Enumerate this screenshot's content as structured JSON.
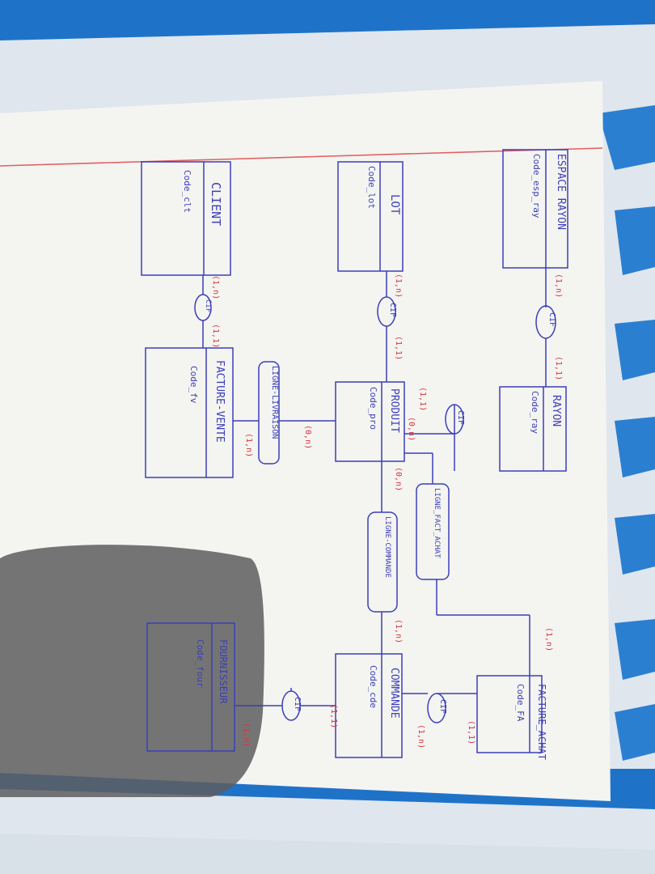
{
  "entities": {
    "espace_rayon": {
      "name": "ESPACE RAYON",
      "attr": "Code_esp_ray"
    },
    "lot": {
      "name": "LOT",
      "attr": "Code_lot"
    },
    "client": {
      "name": "CLIENT",
      "attr": "Code_clt"
    },
    "rayon": {
      "name": "RAYON",
      "attr": "Code_ray"
    },
    "produit": {
      "name": "PRODUIT",
      "attr": "Code_pro"
    },
    "facture_vente": {
      "name": "FACTURE-VENTE",
      "attr": "Code_fv"
    },
    "commande": {
      "name": "COMMANDE",
      "attr": "Code_cde"
    },
    "facture_achat": {
      "name": "FACTURE_ACHAT",
      "attr": "Code_FA"
    },
    "fournisseur": {
      "name": "FOURNISSEUR",
      "attr": "Code_four"
    }
  },
  "associations": {
    "ligne_livraison": "LIGNE-LIVRAISON",
    "ligne_fact_achat": "LIGNE_FACT_ACHAT",
    "ligne_commande": "LIGNE-COMMANDE"
  },
  "cif": "CIF",
  "cardinalities": {
    "esp_ray": "(1,n)",
    "rayon_esp": "(1,1)",
    "lot_prod": "(1,n)",
    "prod_lot": "(1,1)",
    "prod_rayon": "(1,1)",
    "prod_rayon2": "(0,n)",
    "client_fv": "(1,n)",
    "fv_client": "(1,1)",
    "fv_liv": "(1,n)",
    "prod_liv": "(0,n)",
    "prod_cmd": "(0,n)",
    "cmd_lc": "(1,n)",
    "fa_lfa": "(1,n)",
    "fa_four": "(1,1)",
    "cmd_four": "(1,1)",
    "cmd_four2": "(1,n)",
    "four": "(1,n)"
  },
  "colors": {
    "ink_blue": "#3b3fb8",
    "ink_red": "#d8333a",
    "paper": "#f4f4f1",
    "margin_line": "#e06060",
    "tarp_blue": "#1e73c8"
  }
}
